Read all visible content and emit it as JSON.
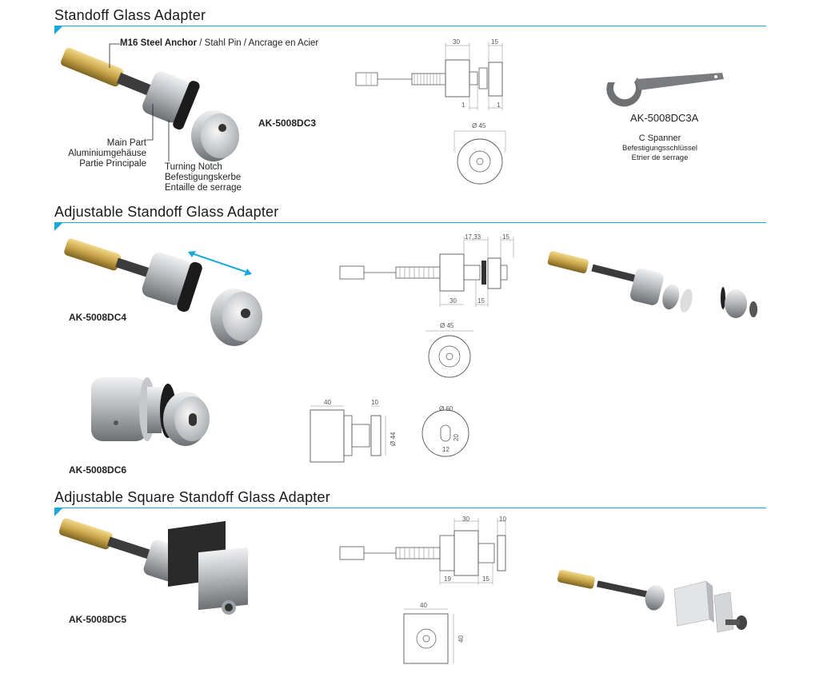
{
  "sections": [
    {
      "title": "Standoff Glass Adapter"
    },
    {
      "title": "Adjustable Standoff Glass Adapter"
    },
    {
      "title": "Adjustable Square Standoff Glass Adapter"
    }
  ],
  "s1": {
    "anchor_label_main": "M16 Steel Anchor",
    "anchor_label_rest": " / Stahl Pin / Ancrage en Acier",
    "main_part": [
      "Main Part",
      "Aluminiumgehäuse",
      "Partie Principale"
    ],
    "turning_notch": [
      "Turning Notch",
      "Befestigungskerbe",
      "Entaille de serrage"
    ],
    "code": "AK-5008DC3",
    "dims": {
      "d30": "30",
      "d15": "15",
      "d1a": "1",
      "d1b": "1",
      "dia45": "Ø 45"
    },
    "spanner_code": "AK-5008DC3A",
    "spanner_lines": [
      "C Spanner",
      "Befestigungsschlüssel",
      "Etrier de serrage"
    ]
  },
  "s2": {
    "code_a": "AK-5008DC4",
    "code_b": "AK-5008DC6",
    "dims_a": {
      "d1733": "17,33",
      "d15": "15",
      "d30": "30",
      "d15b": "15",
      "dia45": "Ø 45"
    },
    "dims_b": {
      "d40": "40",
      "d10": "10",
      "d44": "Ø 44",
      "dia60": "Ø 60",
      "d20": "20",
      "d12": "12"
    }
  },
  "s3": {
    "code": "AK-5008DC5",
    "dims": {
      "d30": "30",
      "d10": "10",
      "d19": "19",
      "d15": "15",
      "w40": "40",
      "h40": "40"
    }
  },
  "colors": {
    "accent": "#19a8dc",
    "brass": "#c9a54a",
    "steel": "#b8babd"
  }
}
